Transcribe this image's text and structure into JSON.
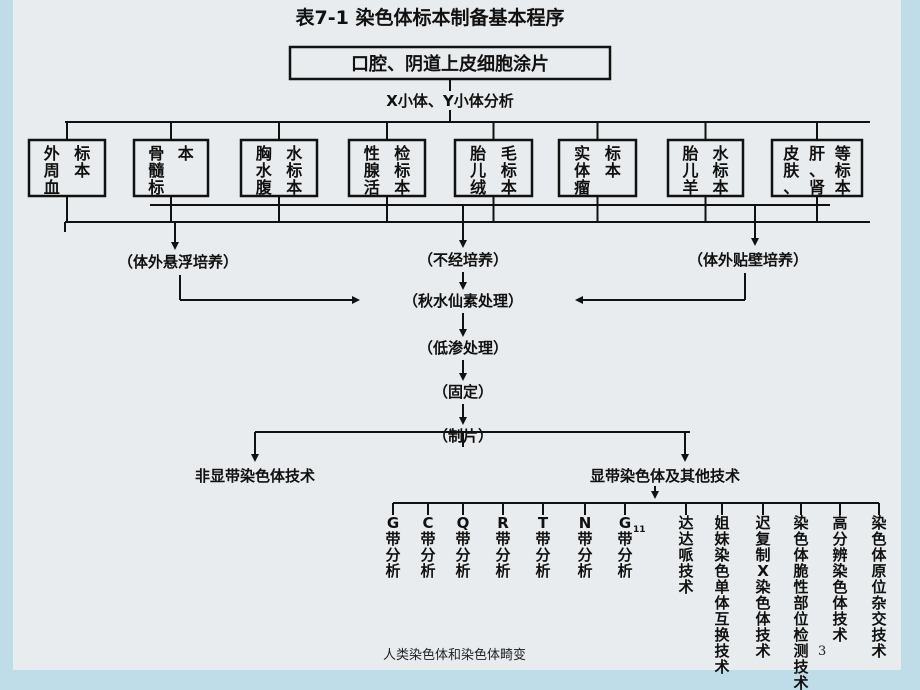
{
  "title": "表7-1   染色体标本制备基本程序",
  "top_box": "口腔、阴道上皮细胞涂片",
  "xy_analysis": "X小体、Y小体分析",
  "specimens": [
    {
      "label": "外周血标本"
    },
    {
      "label": "骨髓标本"
    },
    {
      "label": "胸水腹水标本"
    },
    {
      "label": "性腺活检标本"
    },
    {
      "label": "胎儿绒毛标本"
    },
    {
      "label": "实体瘤标本"
    },
    {
      "label": "胎儿羊水标本"
    },
    {
      "label": "皮肤、肝、肾等标本"
    }
  ],
  "culture": {
    "suspension": "（体外悬浮培养）",
    "none": "（不经培养）",
    "adherent": "（体外贴壁培养）"
  },
  "steps": [
    "（秋水仙素处理）",
    "（低渗处理）",
    "（固定）",
    "（制片）"
  ],
  "branches": {
    "non_banding": "非显带染色体技术",
    "banding": "显带染色体及其他技术"
  },
  "techniques": [
    "G带分析",
    "C带分析",
    "Q带分析",
    "R带分析",
    "T带分析",
    "N带分析",
    "G11带分析",
    "达达哌技术",
    "姐妹染色单体互换技术",
    "迟复制X染色体技术",
    "染色体脆性部位检测技术",
    "高分辨染色体技术",
    "染色体原位杂交技术"
  ],
  "footer": {
    "caption": "人类染色体和染色体畸变",
    "page": "3"
  }
}
